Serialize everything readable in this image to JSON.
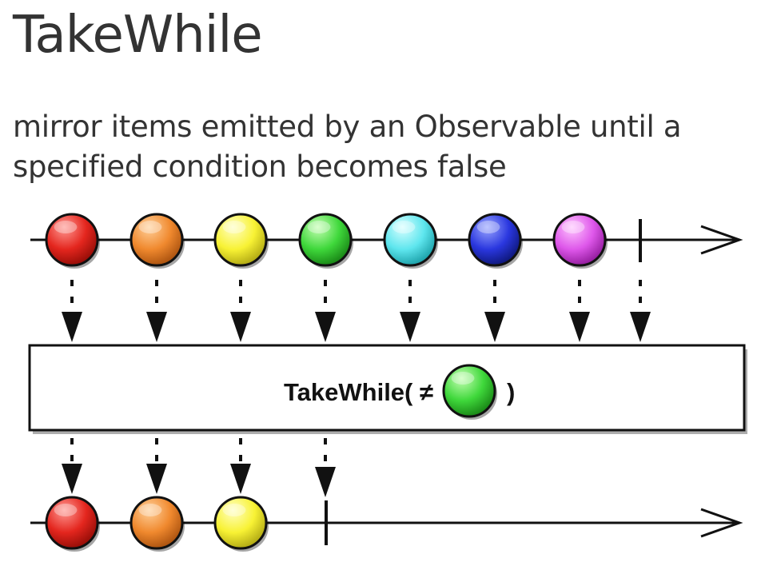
{
  "title": "TakeWhile",
  "subtitle": "mirror items emitted by an Observable until a specified condition becomes false",
  "diagram": {
    "operator_text": "TakeWhile( ≠",
    "operator_close": ")",
    "predicate_marble_color": "green",
    "input_marbles": [
      "red",
      "orange",
      "yellow",
      "green",
      "cyan",
      "blue",
      "magenta"
    ],
    "output_marbles": [
      "red",
      "orange",
      "yellow"
    ],
    "colors": {
      "red": [
        "#ff9a94",
        "#e4261e",
        "#8e0b05"
      ],
      "orange": [
        "#ffd19c",
        "#f0892e",
        "#a44d0c"
      ],
      "yellow": [
        "#ffffc6",
        "#f8f234",
        "#aaa210"
      ],
      "green": [
        "#c6ffb4",
        "#3fd83b",
        "#157e12"
      ],
      "cyan": [
        "#d9ffff",
        "#5ee6ee",
        "#159aa2"
      ],
      "blue": [
        "#9aa6ff",
        "#2a37df",
        "#0b1470"
      ],
      "magenta": [
        "#ffc6ff",
        "#de57ea",
        "#8c1696"
      ]
    }
  }
}
